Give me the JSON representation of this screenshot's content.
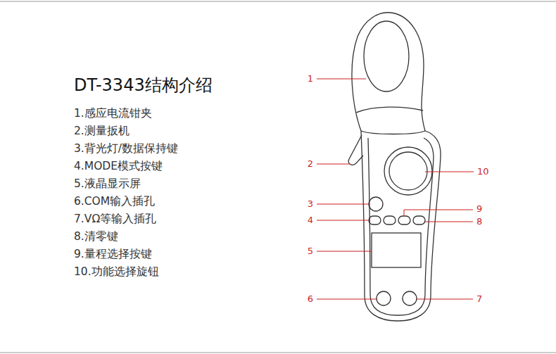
{
  "diagram": {
    "title": "DT-3343结构介绍",
    "labels": [
      "1.感应电流钳夹",
      "2.测量扳机",
      "3.背光灯/数据保持键",
      "4.MODE模式按键",
      "5.液晶显示屏",
      "6.COM输入插孔",
      "7.VΩ等输入插孔",
      "8.清零键",
      "9.量程选择按键",
      "10.功能选择旋钮",
      "1",
      "2",
      "3",
      "4",
      "5",
      "6",
      "7",
      "8",
      "9",
      "10"
    ]
  }
}
